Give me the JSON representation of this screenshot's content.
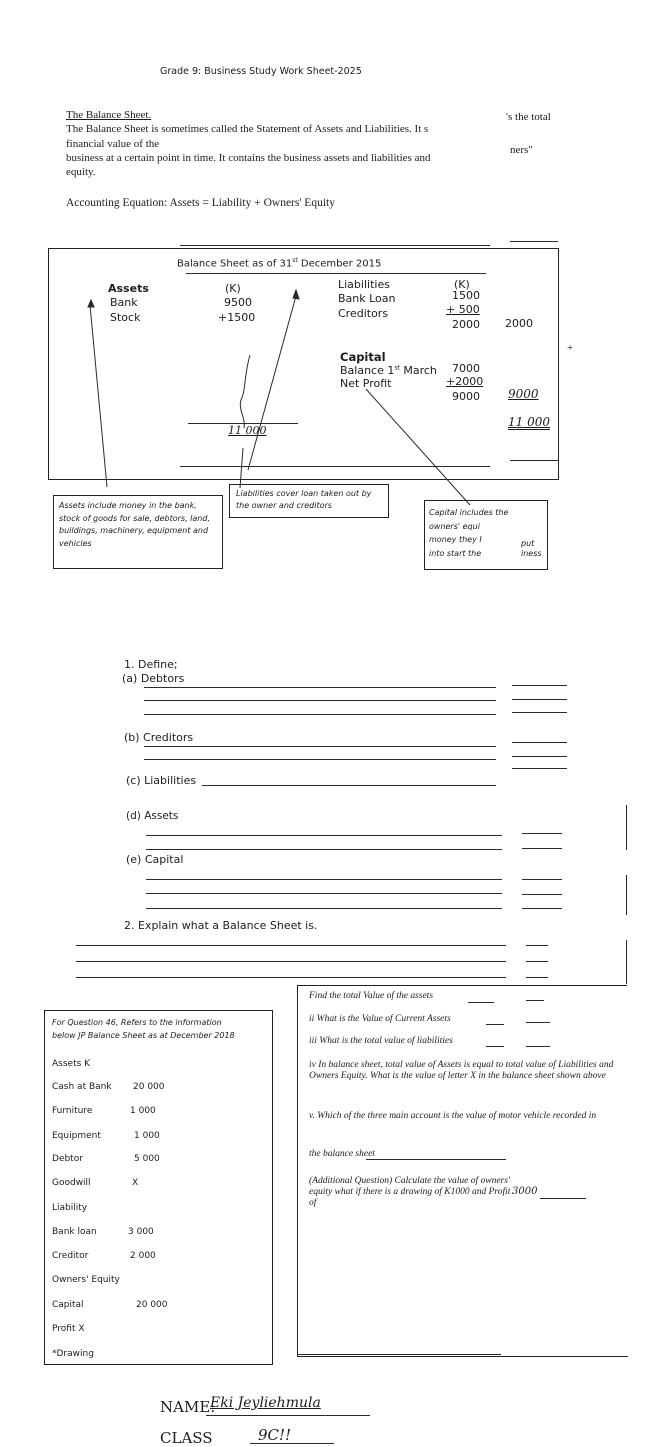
{
  "header": {
    "title": "Grade 9: Business Study Work Sheet-2025"
  },
  "intro": {
    "heading": "The Balance Sheet.",
    "line1": "The Balance Sheet is sometimes called the Statement of Assets and Liabilities. It s",
    "line1_right": "'s the total",
    "line2": "financial value of the",
    "line3": "business at a certain point in time. It contains the business assets and liabilities and",
    "line3_right": "ners\"",
    "line4": "equity.",
    "equation": "Accounting Equation: Assets = Liability + Owners' Equity"
  },
  "balance_sheet": {
    "title": "Balance Sheet as of 31",
    "title_sup": "st",
    "title_end": " December 2015",
    "assets_heading": "Assets",
    "assets_unit": "(K)",
    "assets": [
      {
        "label": "Bank",
        "value": "9500"
      },
      {
        "label": "Stock",
        "value": "+1500"
      }
    ],
    "assets_total": "11 000",
    "liabilities_heading": "Liabilities",
    "liabilities_unit": "(K)",
    "liabilities": [
      {
        "label": "Bank Loan",
        "value": "1500"
      },
      {
        "label": "Creditors",
        "value": "+ 500"
      }
    ],
    "liabilities_subtotal": "2000",
    "liabilities_carried": "2000",
    "capital_heading": "Capital",
    "capital_balance_label": "Balance 1",
    "capital_balance_sup": "st",
    "capital_balance_month": " March",
    "capital_balance_value": "7000",
    "net_profit_label": "Net Profit",
    "net_profit_value": "+2000",
    "capital_subtotal": "9000",
    "capital_carried": "9000",
    "grand_total": "11 000",
    "plus_mark": "+"
  },
  "notes": {
    "assets_note": "Assets include money in the bank, stock of goods for sale, debtors, land, buildings, machinery, equipment and vehicles",
    "liabilities_note": "Liabilities cover loan taken out by the owner and creditors",
    "capital_note_1": "Capital includes the",
    "capital_note_2": "owners' equi",
    "capital_note_3": "money they I",
    "capital_note_3b": "put",
    "capital_note_4": "into start the",
    "capital_note_4b": "iness"
  },
  "questions": {
    "q1": "1. Define;",
    "a": "(a) Debtors",
    "b": "(b) Creditors",
    "c": "(c) Liabilities",
    "d": "(d) Assets",
    "e": "(e) Capital",
    "q2": "2. Explain what a Balance Sheet is."
  },
  "q46_box": {
    "header_line1": "For Question 46, Refers to the information",
    "header_line2": "below JP Balance Sheet as at December 2018",
    "rows": [
      {
        "label": "Assets K",
        "value": ""
      },
      {
        "label": "Cash at Bank",
        "value": "20 000"
      },
      {
        "label": "Furniture",
        "value": "1 000"
      },
      {
        "label": "Equipment",
        "value": "1 000"
      },
      {
        "label": "Debtor",
        "value": "5 000"
      },
      {
        "label": "Goodwill",
        "value": "X"
      },
      {
        "label": "Liability",
        "value": ""
      },
      {
        "label": "Bank loan",
        "value": "3 000"
      },
      {
        "label": "Creditor",
        "value": "2 000"
      },
      {
        "label": "Owners' Equity",
        "value": ""
      },
      {
        "label": "Capital",
        "value": "20 000"
      },
      {
        "label": "Profit X",
        "value": ""
      },
      {
        "label": "*Drawing",
        "value": ""
      }
    ]
  },
  "right_questions": {
    "i": "Find the total Value of the assets",
    "ii": "ii  What is the Value of Current Assets",
    "iii": "iii  What is the total value of liabilities",
    "iv": "iv  In balance sheet, total value of Assets is equal to total value of Liabilities and Owners Equity. What is the value of letter X in the balance sheet shown above",
    "v": "v.  Which of the three main account is the value of motor vehicle recorded in",
    "v_tail": "the balance sheet",
    "extra": "(Additional Question) Calculate the value of owners' equity what if there is a drawing of K1000 and Profit of",
    "extra_answer": "3000"
  },
  "signature": {
    "name_label": "NAME:",
    "name_value": "Eki Jeyliehmula",
    "class_label": "CLASS",
    "class_value": "9C!!"
  }
}
